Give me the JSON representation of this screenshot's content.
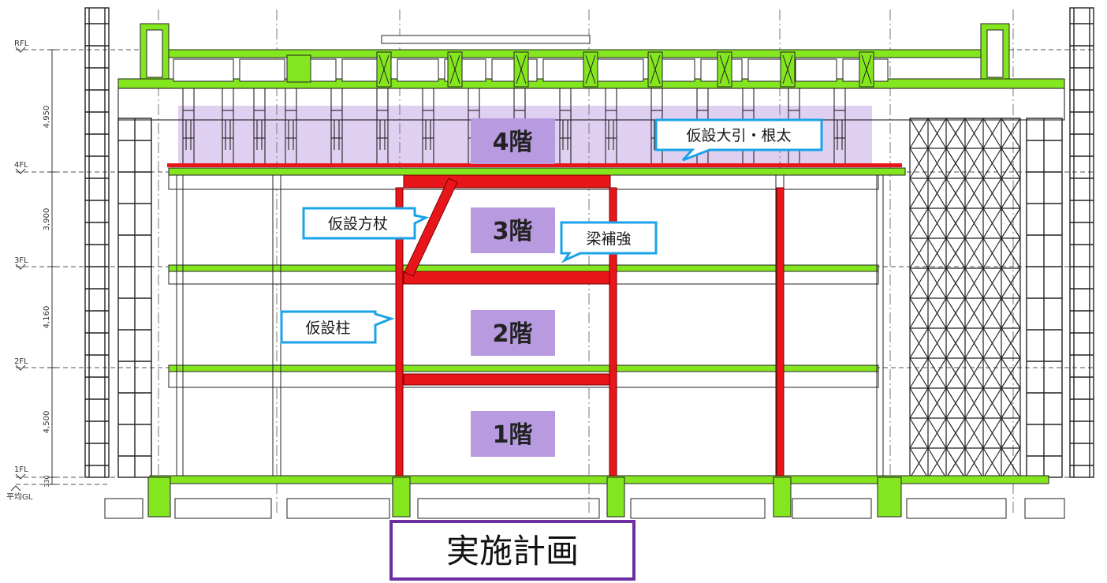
{
  "levels": {
    "rfl": "RFL",
    "fl4": "4FL",
    "fl3": "3FL",
    "fl2": "2FL",
    "fl1": "1FL",
    "gl": "平均GL"
  },
  "dimensions": {
    "d4": "4,950",
    "d3": "3,900",
    "d2": "4,160",
    "d1": "4,500",
    "d0": "330"
  },
  "floors": {
    "f4": "4階",
    "f3": "3階",
    "f2": "2階",
    "f1": "1階"
  },
  "callouts": {
    "ohbiki": "仮設大引・根太",
    "hojo": "仮設方杖",
    "hari": "梁補強",
    "hashira": "仮設柱"
  },
  "title": "実施計画",
  "colors": {
    "existing_structure": "#84e61e",
    "reinforcement": "#e8151b",
    "floor_label_bg": "#b89ae0",
    "highlight_zone": "#d9c8ee",
    "callout_border": "#1aa3e8",
    "title_border": "#6c2fa0",
    "drawing_line": "#222222"
  }
}
